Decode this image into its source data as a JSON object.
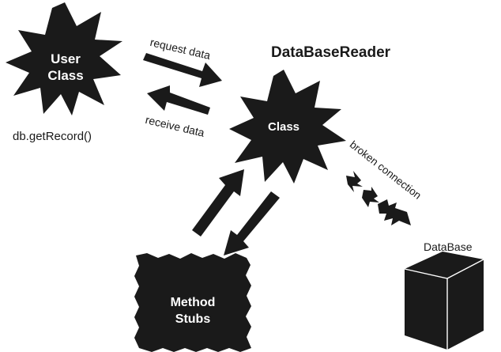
{
  "colors": {
    "shape_fill": "#1a1a1a",
    "shape_text": "#ffffff",
    "ink": "#1a1a1a",
    "background": "#ffffff"
  },
  "title": "DataBaseReader",
  "nodes": {
    "user_class": {
      "line1": "User",
      "line2": "Class",
      "shape": "starburst"
    },
    "reader_class": {
      "label": "Class",
      "shape": "starburst"
    },
    "method_stubs": {
      "line1": "Method",
      "line2": "Stubs",
      "shape": "rough-square"
    },
    "database": {
      "label": "DataBase",
      "shape": "cube"
    }
  },
  "caption_call": "db.getRecord()",
  "edges": {
    "request": "request data",
    "receive": "receive data",
    "broken": "broken connection"
  }
}
